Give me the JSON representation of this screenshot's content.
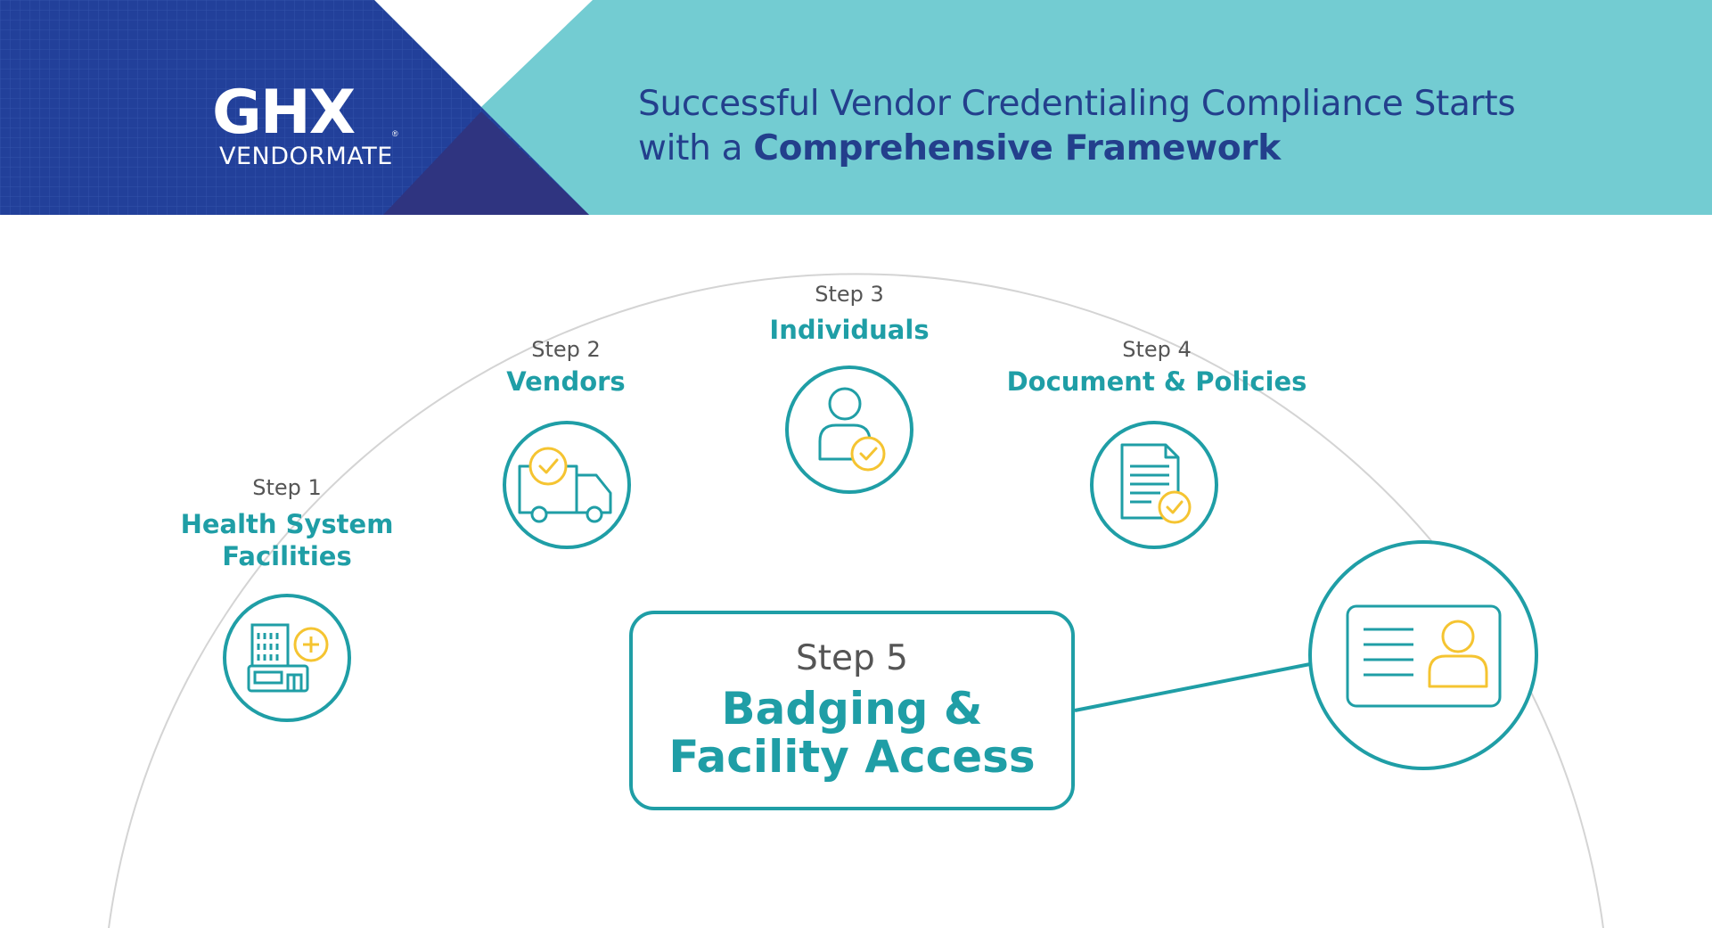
{
  "logo": {
    "brand": "GHX",
    "reg_mark": "®",
    "product": "VENDORMATE"
  },
  "header": {
    "title_line1": "Successful Vendor Credentialing Compliance Starts",
    "title_line2_prefix": "with a ",
    "title_line2_bold": "Comprehensive Framework"
  },
  "steps": [
    {
      "label": "Step 1",
      "name_line1": "Health System",
      "name_line2": "Facilities",
      "icon": "hospital-building-icon"
    },
    {
      "label": "Step 2",
      "name_line1": "Vendors",
      "icon": "delivery-truck-icon"
    },
    {
      "label": "Step 3",
      "name_line1": "Individuals",
      "icon": "person-check-icon"
    },
    {
      "label": "Step 4",
      "name_line1": "Document & Policies",
      "icon": "document-check-icon"
    },
    {
      "label": "Step 5",
      "name_line1": "Badging &",
      "name_line2": "Facility Access",
      "icon": "id-badge-icon"
    }
  ],
  "colors": {
    "teal": "#1f9ea6",
    "navy": "#233f8c",
    "header_teal": "#73ccd2",
    "yellow": "#f5c431",
    "arc_gray": "#d4d4d4"
  }
}
